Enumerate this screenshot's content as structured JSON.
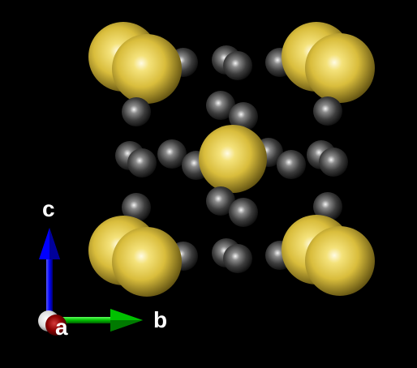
{
  "viewer": {
    "background_color": "#000000"
  },
  "atoms": {
    "large_atom_color": "#e1c542",
    "small_atom_color": "#3a3a3a"
  },
  "axes": {
    "a": {
      "label": "a",
      "color": "#8b0000"
    },
    "b": {
      "label": "b",
      "color": "#00c000"
    },
    "c": {
      "label": "c",
      "color": "#0000ff"
    }
  }
}
